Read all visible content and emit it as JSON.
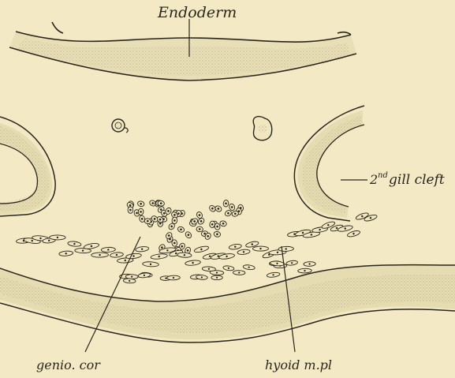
{
  "figure": {
    "labels": {
      "endoderm": "Endoderm",
      "gill_cleft_sup": "nd",
      "gill_cleft_num": "2",
      "gill_cleft_text": "gill cleft",
      "genio_cor": "genio. cor",
      "hyoid_mpl": "hyoid m.pl"
    },
    "colors": {
      "paper": "#f3eac5",
      "ink": "#2a251c",
      "stipple": "#8b7f5c",
      "band_fill": "#e6dcb2"
    }
  }
}
